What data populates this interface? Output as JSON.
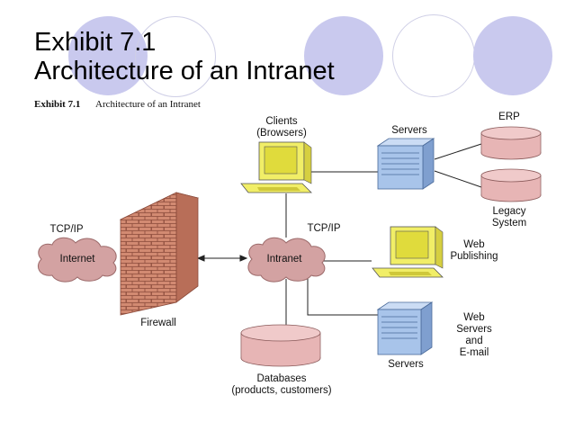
{
  "slide": {
    "title_line1": "Exhibit 7.1",
    "title_line2": "Architecture of an Intranet"
  },
  "exhibit": {
    "number": "Exhibit 7.1",
    "caption": "Architecture of an Intranet"
  },
  "nodes": {
    "clients": [
      "Clients",
      "(Browsers)"
    ],
    "servers_top": "Servers",
    "erp": "ERP",
    "legacy": [
      "Legacy",
      "System"
    ],
    "tcpip_left": "TCP/IP",
    "internet": "Internet",
    "tcpip_center": "TCP/IP",
    "intranet": "Intranet",
    "web_publishing": [
      "Web",
      "Publishing"
    ],
    "firewall": "Firewall",
    "web_servers": [
      "Web",
      "Servers",
      "and",
      "E-mail"
    ],
    "servers_bottom": "Servers",
    "databases": [
      "Databases",
      "(products, customers)"
    ]
  },
  "colors": {
    "circle_lavender": "#c9c9ee",
    "circle_outline": "#cfcfe6",
    "cloud": "#d3a2a2",
    "cloud_stroke": "#9c6a6a",
    "cylinder": "#e7b5b5",
    "brick": "#d28a72",
    "monitor": "#f1ee67",
    "server": "#a8c4ea"
  }
}
